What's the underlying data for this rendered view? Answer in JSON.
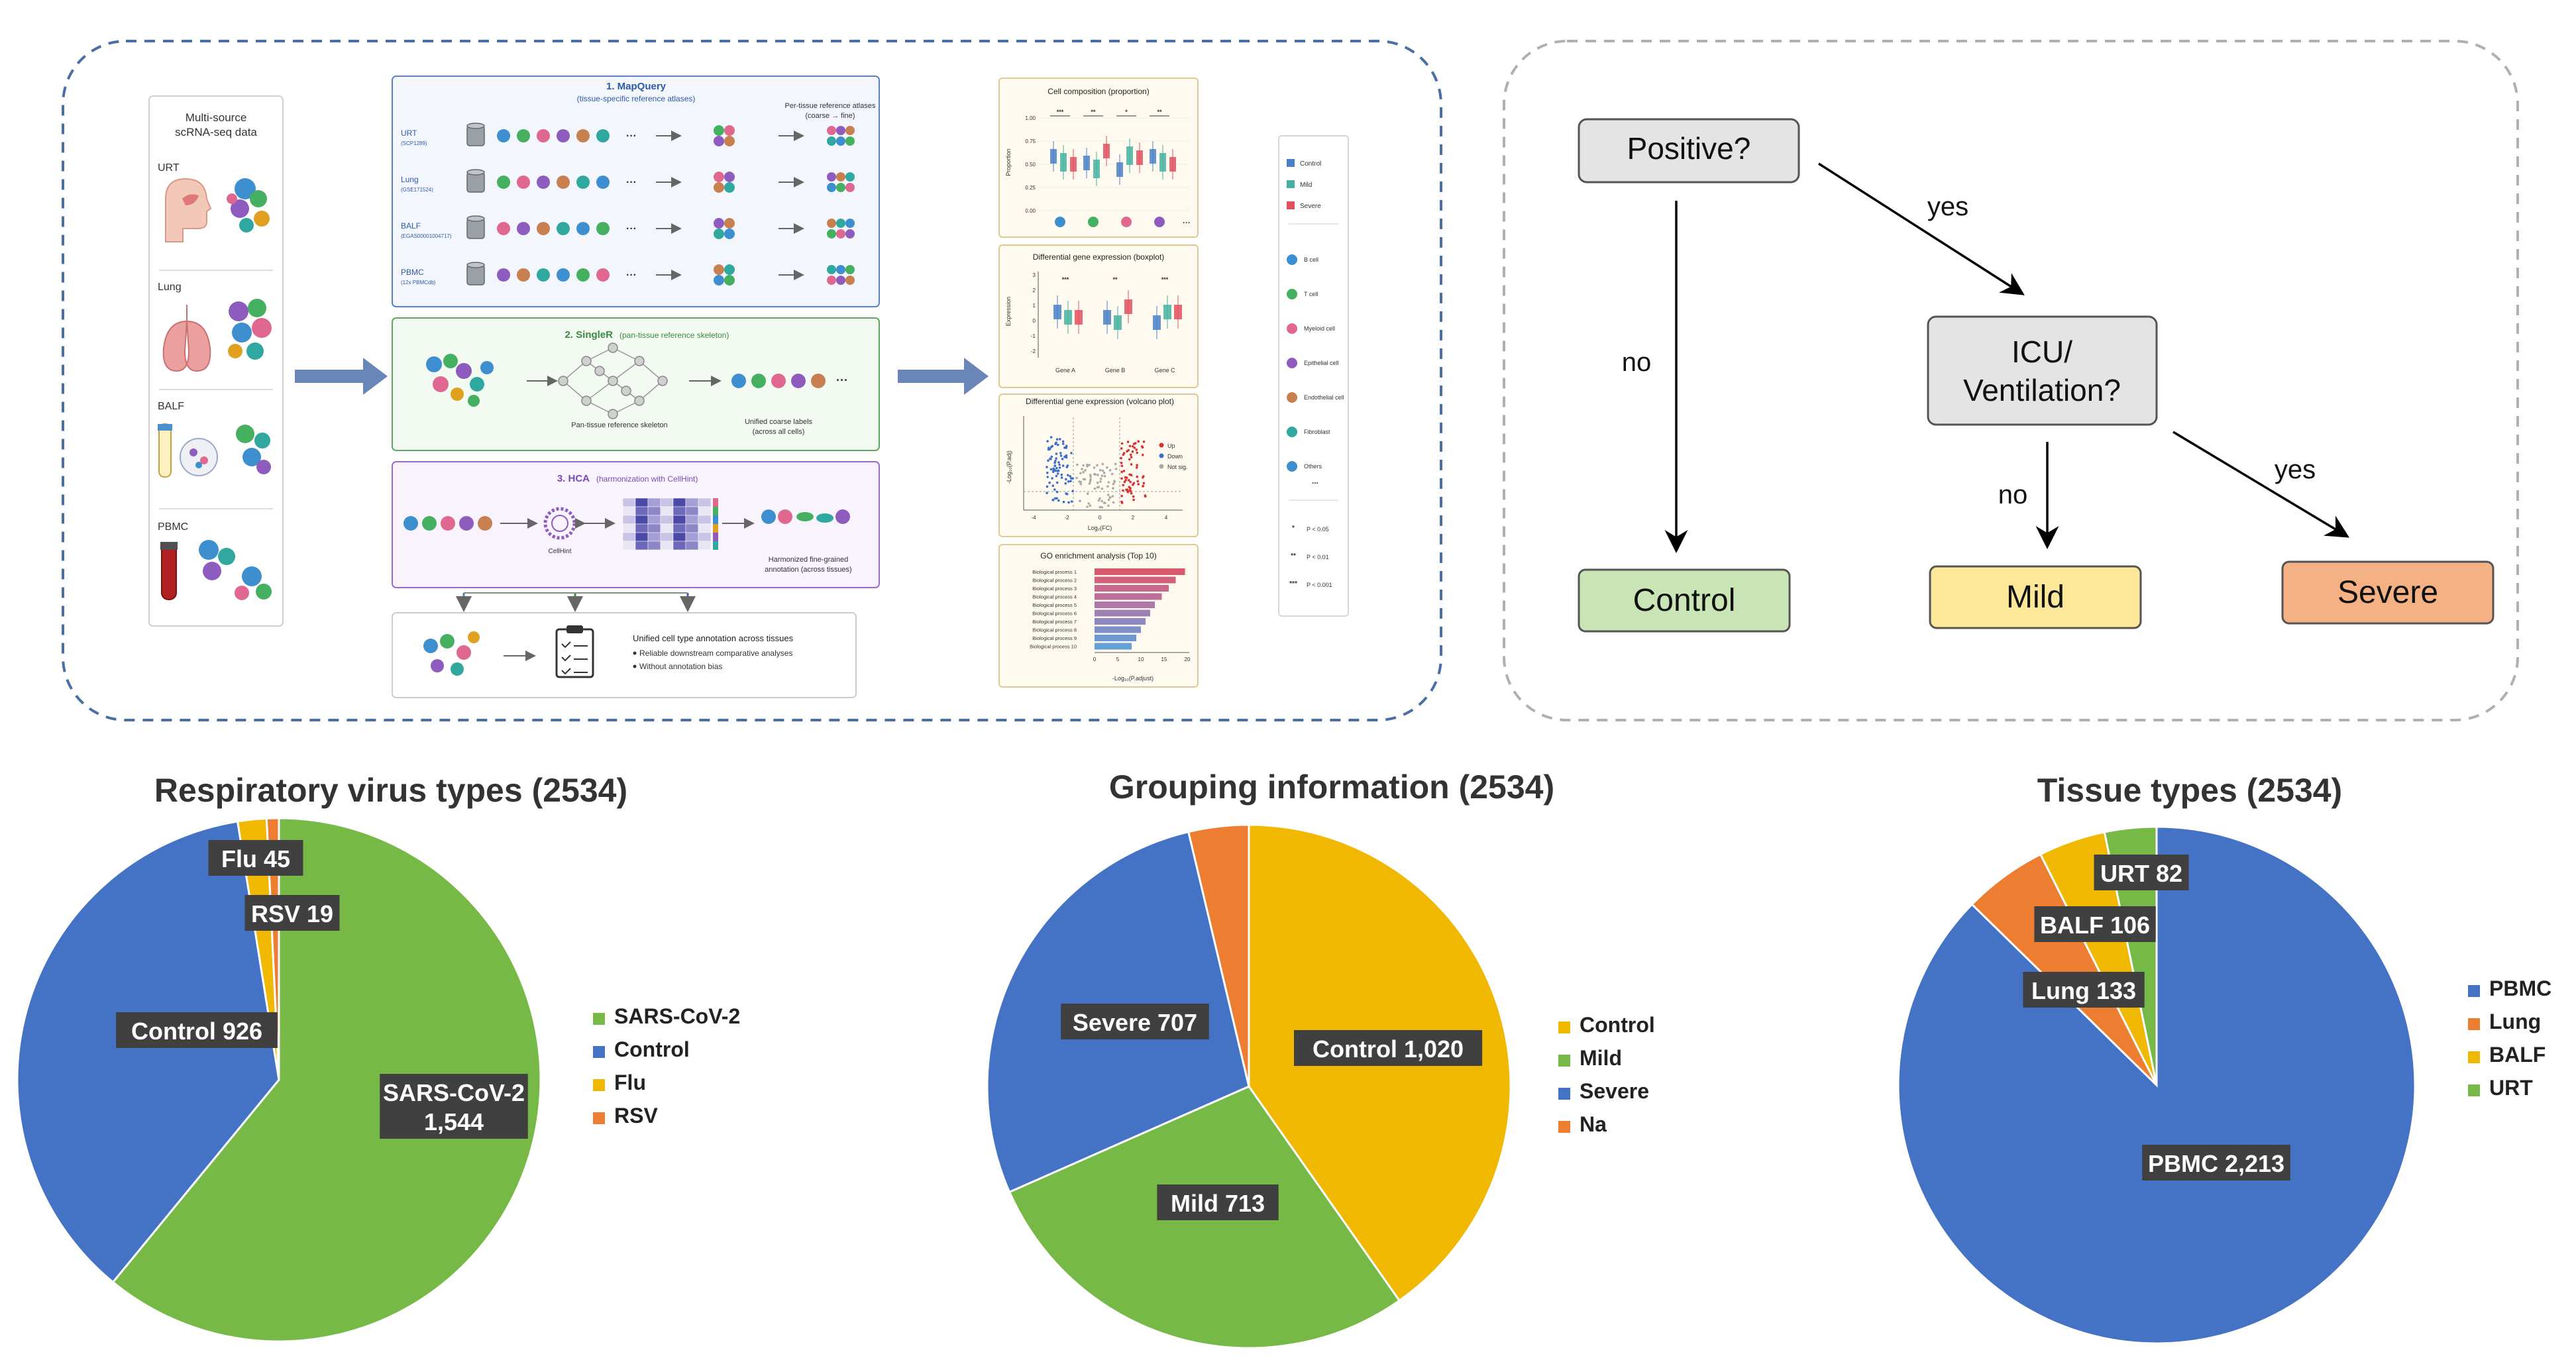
{
  "workflow": {
    "source_panel": {
      "title_line1": "Multi-source",
      "title_line2": "scRNA-seq data",
      "items": [
        "URT",
        "Lung",
        "BALF",
        "PBMC"
      ]
    },
    "mapquery": {
      "title": "1. MapQuery",
      "subtitle": "(tissue-specific reference atlases)",
      "rows": [
        {
          "name": "URT",
          "id": "(SCP1289)"
        },
        {
          "name": "Lung",
          "id": "(GSE171524)"
        },
        {
          "name": "BALF",
          "id": "(EGAS00001004717)"
        },
        {
          "name": "PBMC",
          "id": "(12x PBMCdb)"
        }
      ],
      "atlas_label_line1": "Per-tissue reference atlases",
      "atlas_label_line2": "(coarse → fine)"
    },
    "singler": {
      "title": "2. SingleR",
      "subtitle": "(pan-tissue reference skeleton)",
      "skeleton_label": "Pan-tissue reference skeleton",
      "unified_line1": "Unified coarse labels",
      "unified_line2": "(across all cells)"
    },
    "hca": {
      "title": "3. HCA",
      "subtitle": "(harmonization with CellHint)",
      "cellhint": "CellHint",
      "harmonized_line1": "Harmonized fine-grained",
      "harmonized_line2": "annotation (across tissues)"
    },
    "unified": {
      "title": "Unified cell type annotation across tissues",
      "bullet1": "Reliable downstream comparative analyses",
      "bullet2": "Without annotation bias"
    },
    "results": {
      "panel1_title": "Cell composition (proportion)",
      "panel1_ylabel": "Proportion",
      "panel1_yticks": [
        "1.00",
        "0.75",
        "0.50",
        "0.25",
        "0.00"
      ],
      "panel1_sig": [
        "***",
        "**",
        "*",
        "**"
      ],
      "panel2_title": "Differential gene expression (boxplot)",
      "panel2_ylabel": "Expression",
      "panel2_yticks": [
        "3",
        "2",
        "1",
        "0",
        "-1",
        "-2"
      ],
      "panel2_genes": [
        "Gene A",
        "Gene B",
        "Gene C"
      ],
      "panel2_sig": [
        "***",
        "**",
        "***"
      ],
      "panel3_title": "Differential gene expression (volcano plot)",
      "panel3_ylabel": "-Log₁₀(P.adj)",
      "panel3_xlabel": "Log₂(FC)",
      "panel3_xticks": [
        "-4",
        "-2",
        "0",
        "2",
        "4"
      ],
      "panel3_legend": [
        "Up",
        "Down",
        "Not sig."
      ],
      "panel4_title": "GO enrichment analysis (Top 10)",
      "panel4_terms": [
        "Biological process 1",
        "Biological process 2",
        "Biological process 3",
        "Biological process 4",
        "Biological process 5",
        "Biological process 6",
        "Biological process 7",
        "Biological process 8",
        "Biological process 9",
        "Biological process 10"
      ],
      "panel4_xlabel": "-Log₁₀(P.adjust)",
      "panel4_xticks": [
        "0",
        "5",
        "10",
        "15",
        "20"
      ],
      "legend_groups": [
        "Control",
        "Mild",
        "Severe"
      ],
      "legend_cells": [
        "B cell",
        "T cell",
        "Myeloid cell",
        "Epithelial cell",
        "Endothelial cell",
        "Fibroblast",
        "Others"
      ],
      "legend_more": "...",
      "legend_p": [
        "P < 0.05",
        "P < 0.01",
        "P < 0.001"
      ],
      "legend_p_marks": [
        "*",
        "**",
        "***"
      ]
    }
  },
  "decision_tree": {
    "q1": "Positive?",
    "q2_line1": "ICU/",
    "q2_line2": "Ventilation?",
    "yes1": "yes",
    "yes2": "yes",
    "no1": "no",
    "no2": "no",
    "out_control": "Control",
    "out_mild": "Mild",
    "out_severe": "Severe"
  },
  "colors": {
    "green": "#76b947",
    "blue": "#4472c4",
    "yellow": "#f0b800",
    "orange": "#ed7d31",
    "control_box": "#c9e5b6",
    "mild_box": "#fde89a",
    "severe_box": "#f4b183",
    "question_box": "#e4e4e4",
    "label_bg": "#404040"
  },
  "chart_data": [
    {
      "type": "pie",
      "title": "Respiratory virus types (2534)",
      "categories": [
        "SARS-CoV-2",
        "Control",
        "Flu",
        "RSV"
      ],
      "values": [
        1544,
        926,
        45,
        19
      ],
      "slice_labels": [
        "SARS-CoV-2\n1,544",
        "Control 926",
        "Flu 45",
        "RSV 19"
      ],
      "colors": [
        "#76b947",
        "#4472c4",
        "#f0b800",
        "#ed7d31"
      ],
      "legend_placement": "right"
    },
    {
      "type": "pie",
      "title": "Grouping information (2534)",
      "categories": [
        "Control",
        "Mild",
        "Severe",
        "Na"
      ],
      "values": [
        1020,
        713,
        707,
        94
      ],
      "slice_labels": [
        "Control 1,020",
        "Mild 713",
        "Severe 707",
        ""
      ],
      "colors": [
        "#f0b800",
        "#76b947",
        "#4472c4",
        "#ed7d31"
      ],
      "legend_placement": "right"
    },
    {
      "type": "pie",
      "title": "Tissue types (2534)",
      "categories": [
        "PBMC",
        "Lung",
        "BALF",
        "URT"
      ],
      "values": [
        2213,
        133,
        106,
        82
      ],
      "slice_labels": [
        "PBMC 2,213",
        "Lung 133",
        "BALF 106",
        "URT 82"
      ],
      "colors": [
        "#4472c4",
        "#ed7d31",
        "#f0b800",
        "#76b947"
      ],
      "legend_placement": "right"
    }
  ]
}
